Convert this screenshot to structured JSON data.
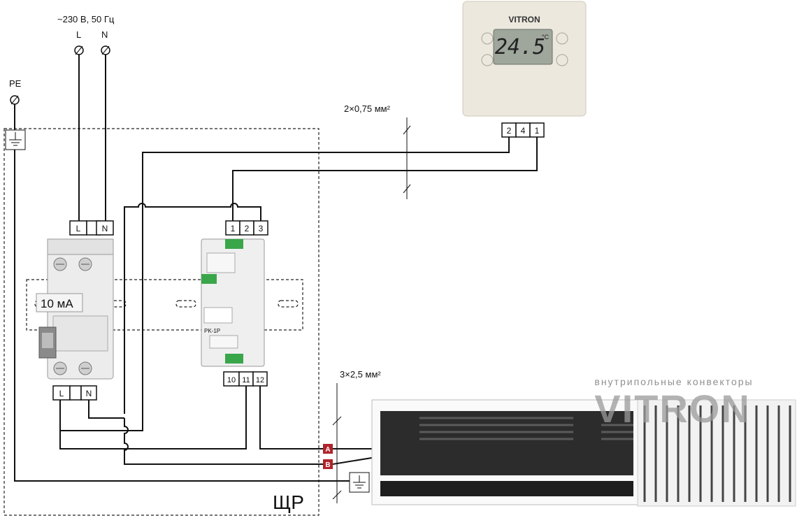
{
  "supply": {
    "voltage_label": "~230 В, 50 Гц",
    "line_label": "L",
    "neutral_label": "N",
    "pe_label": "PE"
  },
  "breaker": {
    "top_terminals": [
      "L",
      "N"
    ],
    "bottom_terminals": [
      "L",
      "N"
    ],
    "rating_label": "10 мА"
  },
  "relay": {
    "top_terminals": [
      "1",
      "2",
      "3"
    ],
    "bottom_terminals": [
      "10",
      "11",
      "12"
    ],
    "model_label": "PK-1P"
  },
  "thermostat": {
    "brand": "VITRON",
    "display_value": "24.5",
    "unit": "°C",
    "terminals": [
      "2",
      "4",
      "1"
    ]
  },
  "cables": {
    "control_cable": "2×0,75 мм²",
    "power_cable": "3×2,5 мм²"
  },
  "convector": {
    "tagline": "внутрипольные конвекторы",
    "brand": "VITRON",
    "terminal_a": "A",
    "terminal_b": "B"
  },
  "panel": {
    "label": "ЩР"
  }
}
